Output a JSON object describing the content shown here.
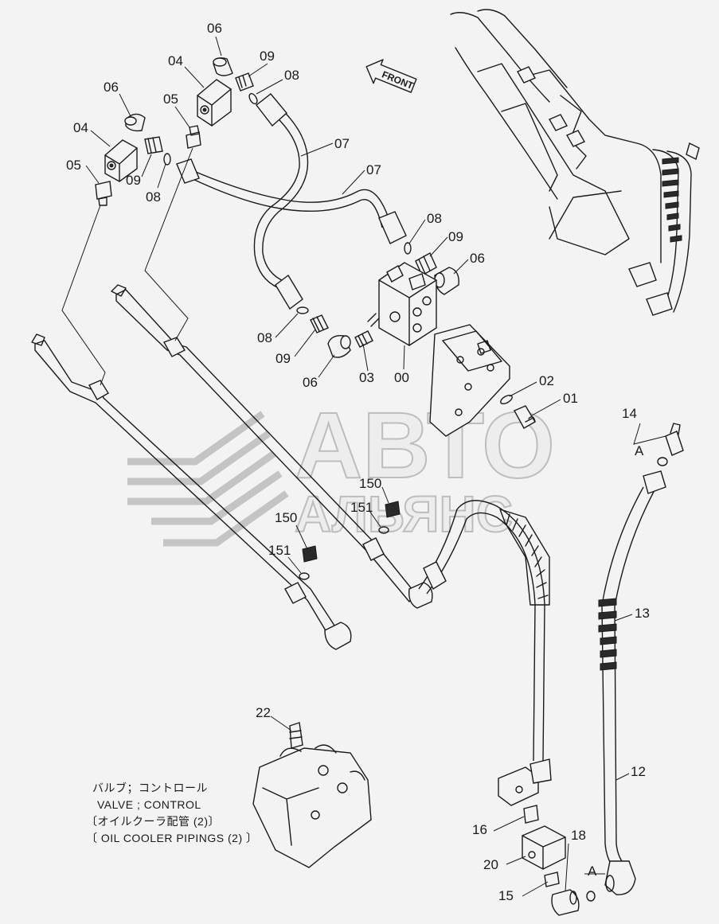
{
  "caption": {
    "line_jp_1": "バルブ；コントロール",
    "line_en_1": "VALVE ; CONTROL",
    "line_jp_2": "〔オイルクーラ配管 (2)〕",
    "line_en_2": "〔 OIL  COOLER  PIPINGS (2) 〕"
  },
  "front_label": "FRONT",
  "watermark": {
    "line1": "АВТО",
    "line2": "АЛЬЯНС"
  },
  "part_labels": {
    "p06a": "06",
    "p04a": "04",
    "p09a": "09",
    "p08a": "08",
    "p06b": "06",
    "p05a": "05",
    "p04b": "04",
    "p07a": "07",
    "p05b": "05",
    "p09b": "09",
    "p08b": "08",
    "p07b": "07",
    "p08c": "08",
    "p09c": "09",
    "p06c": "06",
    "p08d": "08",
    "p09d": "09",
    "p06d": "06",
    "p03": "03",
    "p00": "00",
    "p02": "02",
    "p01": "01",
    "p14": "14",
    "pA1": "A",
    "p150a": "150",
    "p151a": "151",
    "p150b": "150",
    "p151b": "151",
    "p13": "13",
    "p12": "12",
    "p22": "22",
    "p16": "16",
    "p20": "20",
    "p18": "18",
    "p15": "15",
    "pA2": "A"
  }
}
